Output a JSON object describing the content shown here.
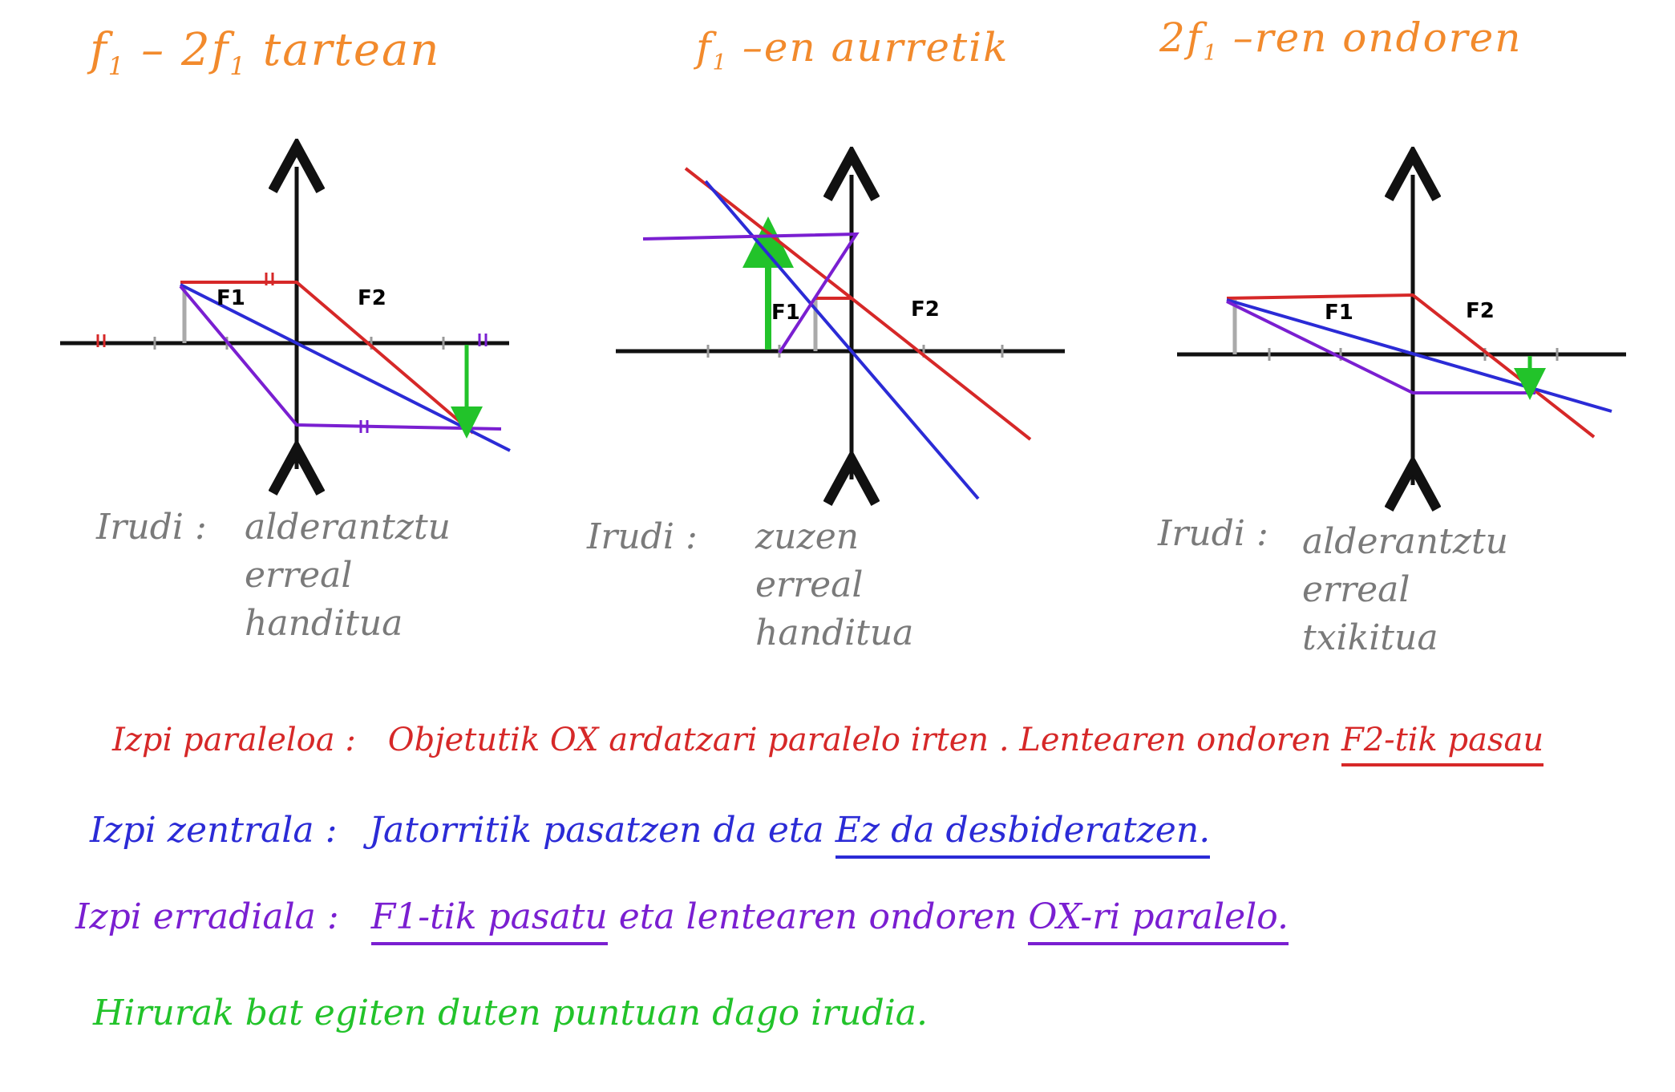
{
  "colors": {
    "title": "#f28a2c",
    "caption": "#7a7a7a",
    "parallel_ray": "#d62828",
    "central_ray": "#2b2bd6",
    "radial_ray": "#7a1fd1",
    "image_arrow": "#22c32a",
    "axis": "#111111"
  },
  "diagrams": [
    {
      "title_main": "f",
      "title_sub": "1",
      "title_mid": " – 2f",
      "title_sub2": "1",
      "title_rest": " tartean",
      "f1_label": "F1",
      "f2_label": "F2",
      "caption_label": "Irudi :",
      "caption_values": [
        "alderantztu",
        "erreal",
        "handitua"
      ]
    },
    {
      "title_main": "f",
      "title_sub": "1",
      "title_mid": "",
      "title_sub2": "",
      "title_rest": " –en aurretik",
      "f1_label": "F1",
      "f2_label": "F2",
      "caption_label": "Irudi :",
      "caption_values": [
        "zuzen",
        "erreal",
        "handitua"
      ]
    },
    {
      "title_main": "2f",
      "title_sub": "1",
      "title_mid": "",
      "title_sub2": "",
      "title_rest": " –ren ondoren",
      "f1_label": "F1",
      "f2_label": "F2",
      "caption_label": "Irudi :",
      "caption_values": [
        "alderantztu",
        "erreal",
        "txikitua"
      ]
    }
  ],
  "rules": {
    "parallel": {
      "head": "Izpi paraleloa :",
      "text": "Objetutik OX ardatzari paralelo irten . Lentearen ondoren ",
      "underlined": "F2-tik pasau",
      "tail": ""
    },
    "central": {
      "head": "Izpi zentrala :",
      "text": "Jatorritik pasatzen da eta ",
      "underlined": "Ez da desbideratzen.",
      "tail": ""
    },
    "radial": {
      "head": "Izpi erradiala :",
      "underlined1": "F1-tik pasatu",
      "text": " eta lentearen ondoren ",
      "underlined2": "OX-ri paralelo.",
      "tail": ""
    },
    "conclusion": "Hirurak bat egiten duten puntuan dago irudia."
  }
}
